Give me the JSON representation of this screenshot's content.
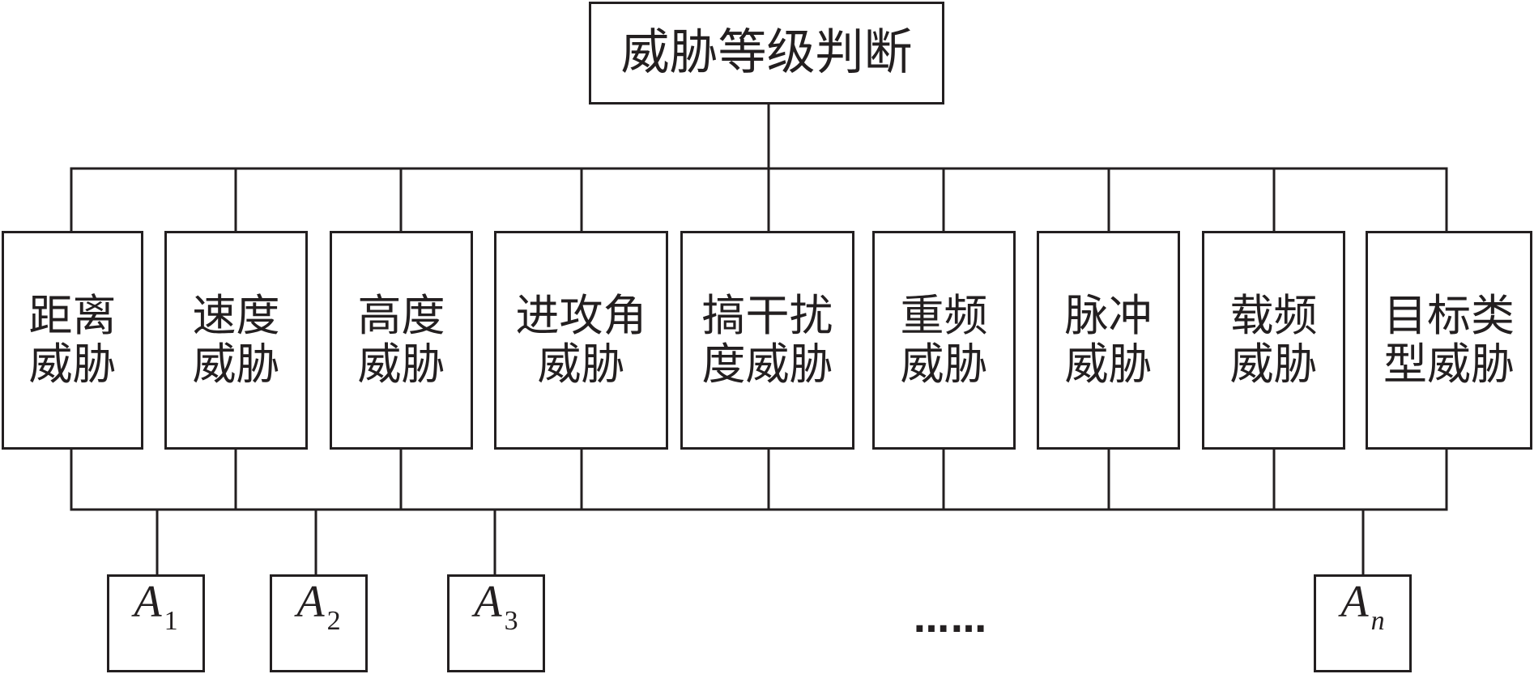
{
  "root": {
    "label": "威胁等级判断"
  },
  "criteria": [
    {
      "line1": "距离",
      "line2": "威胁"
    },
    {
      "line1": "速度",
      "line2": "威胁"
    },
    {
      "line1": "高度",
      "line2": "威胁"
    },
    {
      "line1": "进攻角",
      "line2": "威胁"
    },
    {
      "line1": "搞干扰",
      "line2": "度威胁"
    },
    {
      "line1": "重频",
      "line2": "威胁"
    },
    {
      "line1": "脉冲",
      "line2": "威胁"
    },
    {
      "line1": "载频",
      "line2": "威胁"
    },
    {
      "line1": "目标类",
      "line2": "型威胁"
    }
  ],
  "alternatives": [
    {
      "letter": "A",
      "sub": "1"
    },
    {
      "letter": "A",
      "sub": "2"
    },
    {
      "letter": "A",
      "sub": "3"
    },
    {
      "letter": "A",
      "sub": "n"
    }
  ],
  "ellipsis": "……",
  "colors": {
    "stroke": "#231f20",
    "background": "#ffffff"
  }
}
